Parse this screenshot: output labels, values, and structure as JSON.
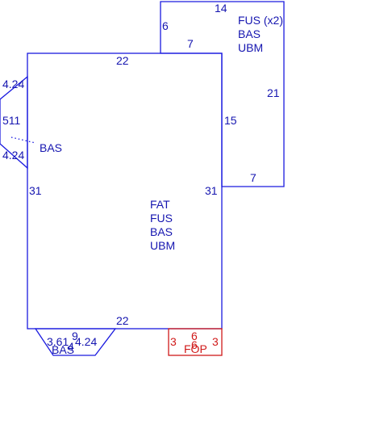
{
  "colors": {
    "outline": "#1a1adf",
    "text": "#1616b0",
    "highlight": "#d01a1a",
    "background": "#ffffff"
  },
  "pieces": {
    "upper_right": {
      "labels": [
        "FUS (x2)",
        "BAS",
        "UBM"
      ],
      "dims": {
        "top": "14",
        "left": "6",
        "inner_top": "7",
        "right": "21",
        "inner_right": "15",
        "bottom": "7"
      }
    },
    "main": {
      "labels": [
        "FAT",
        "FUS",
        "BAS",
        "UBM"
      ],
      "dims": {
        "top": "22",
        "left": "31",
        "right": "31",
        "bottom": "22"
      }
    },
    "left_flap": {
      "label": "BAS",
      "dims": {
        "upper": "4.24",
        "middle": "511",
        "lower": "4.24"
      }
    },
    "bottom_trapezoid": {
      "label": "BAS",
      "dims": {
        "left": "3.61",
        "top": "9",
        "right": "4.24",
        "bottom": "4"
      }
    },
    "fop": {
      "label": "FOP",
      "dims": {
        "left": "3",
        "top": "6",
        "middle": "6",
        "right": "3"
      }
    }
  }
}
